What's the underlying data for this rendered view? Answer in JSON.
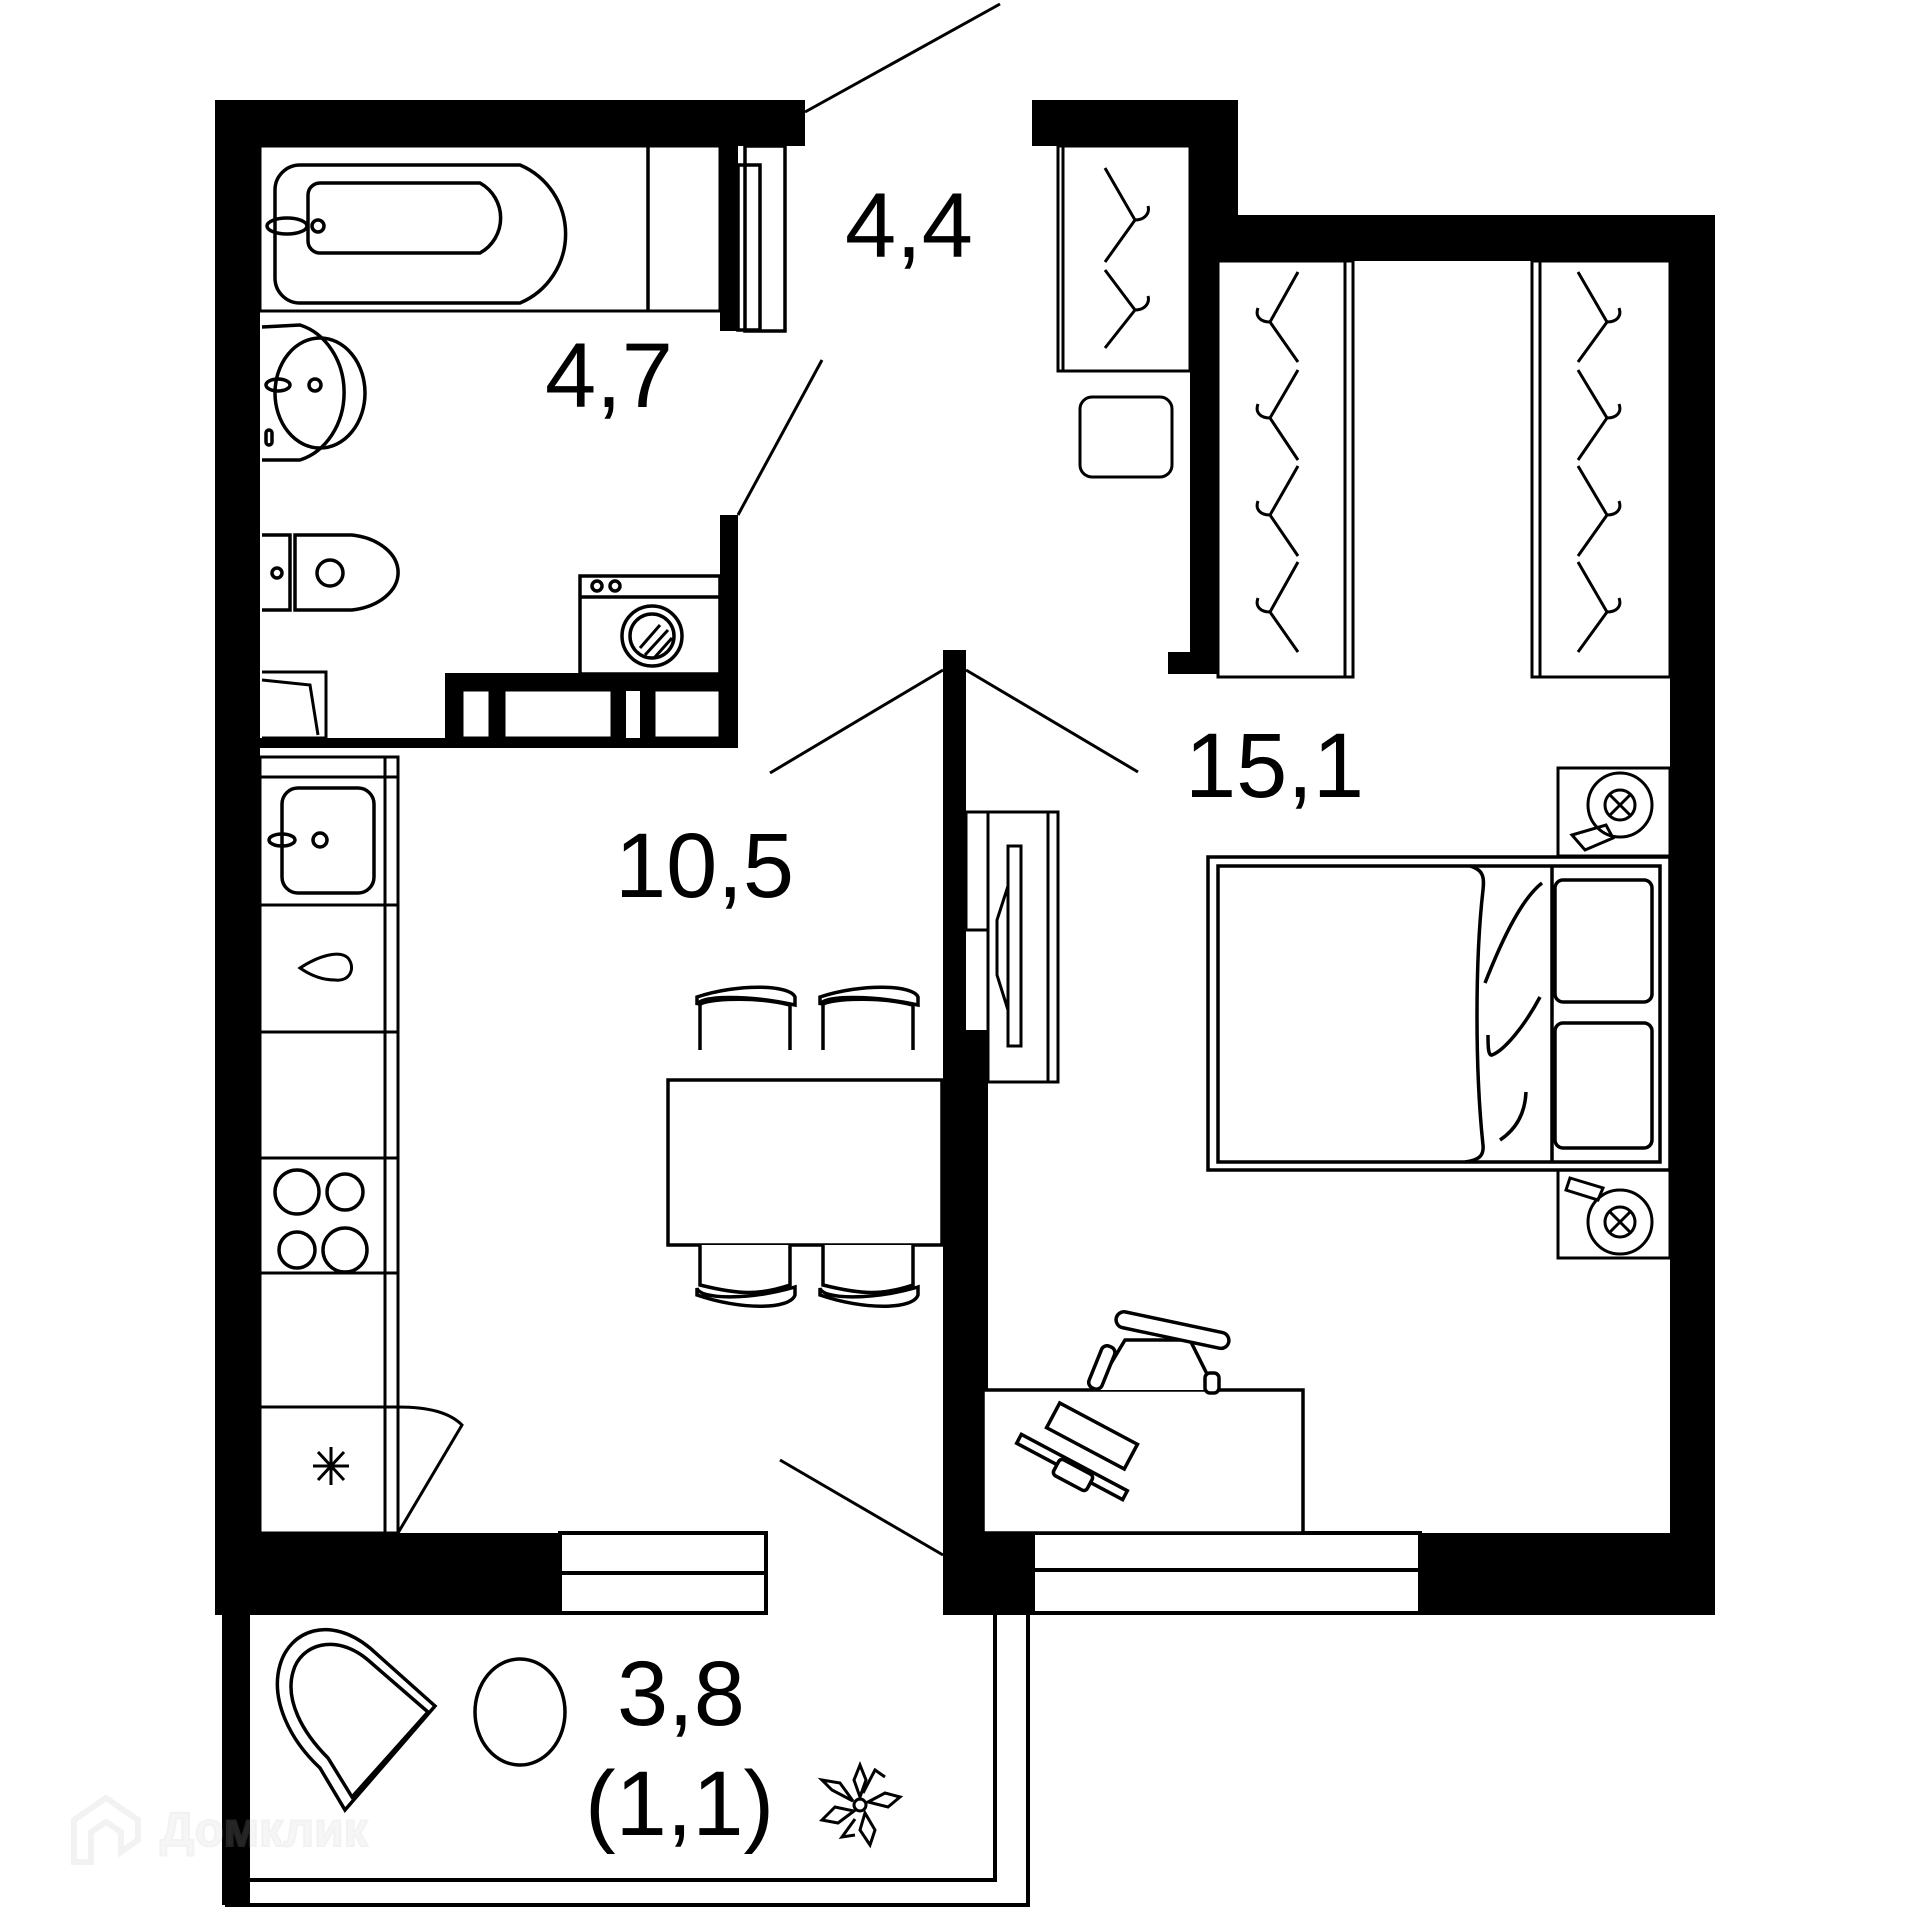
{
  "plan": {
    "type": "apartment-floor-plan",
    "colors": {
      "wall": "#000000",
      "line": "#000000",
      "background": "#ffffff",
      "watermark": "#cccccc"
    },
    "rooms": [
      {
        "id": "bathroom",
        "name": "Bathroom",
        "area": "4,7"
      },
      {
        "id": "hallway",
        "name": "Hallway",
        "area": "4,4"
      },
      {
        "id": "kitchen",
        "name": "Kitchen",
        "area": "10,5"
      },
      {
        "id": "bedroom",
        "name": "Bedroom",
        "area": "15,1"
      },
      {
        "id": "balcony",
        "name": "Balcony",
        "area": "3,8",
        "reduced_area": "(1,1)"
      }
    ],
    "icons": [
      "bathtub-icon",
      "sink-icon",
      "toilet-icon",
      "washing-machine-icon",
      "wardrobe-hanger-icon",
      "kitchen-sink-icon",
      "stove-icon",
      "dining-table-icon",
      "bed-icon",
      "nightstand-lamp-icon",
      "desk-icon",
      "office-chair-icon",
      "tv-icon",
      "armchair-icon",
      "round-table-icon",
      "flower-plant-icon"
    ]
  },
  "watermark": {
    "text": "Домклик"
  }
}
